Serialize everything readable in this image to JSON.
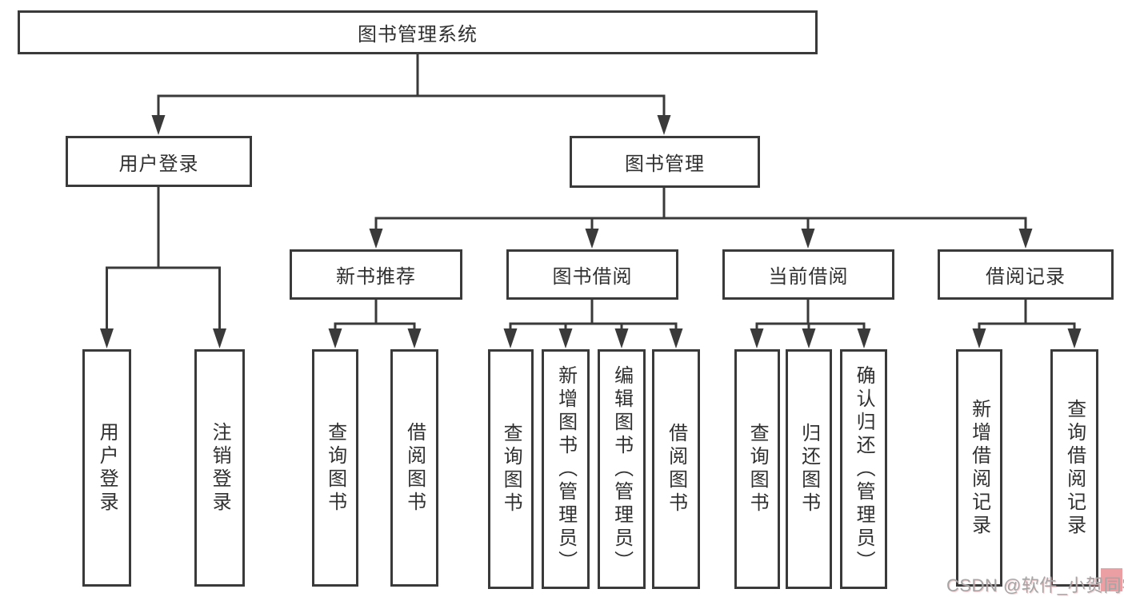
{
  "colors": {
    "line": "#3a3a3a",
    "text": "#303030",
    "box_bg": "#ffffff",
    "canvas_bg": "#ffffff",
    "watermark_text": "#a5a5a5",
    "watermark_accent": "#ec9fa3"
  },
  "watermark": {
    "text": "CSDN @软件_小贺同学"
  },
  "tree": {
    "label": "图书管理系统",
    "children": [
      {
        "label": "用户登录",
        "children": [
          {
            "label": "用户登录"
          },
          {
            "label": "注销登录"
          }
        ]
      },
      {
        "label": "图书管理",
        "children": [
          {
            "label": "新书推荐",
            "children": [
              {
                "label": "查询图书"
              },
              {
                "label": "借阅图书"
              }
            ]
          },
          {
            "label": "图书借阅",
            "children": [
              {
                "label": "查询图书"
              },
              {
                "label": "新增图书（管理员）"
              },
              {
                "label": "编辑图书（管理员）"
              },
              {
                "label": "借阅图书"
              }
            ]
          },
          {
            "label": "当前借阅",
            "children": [
              {
                "label": "查询图书"
              },
              {
                "label": "归还图书"
              },
              {
                "label": "确认归还（管理员）"
              }
            ]
          },
          {
            "label": "借阅记录",
            "children": [
              {
                "label": "新增借阅记录"
              },
              {
                "label": "查询借阅记录"
              }
            ]
          }
        ]
      }
    ]
  }
}
